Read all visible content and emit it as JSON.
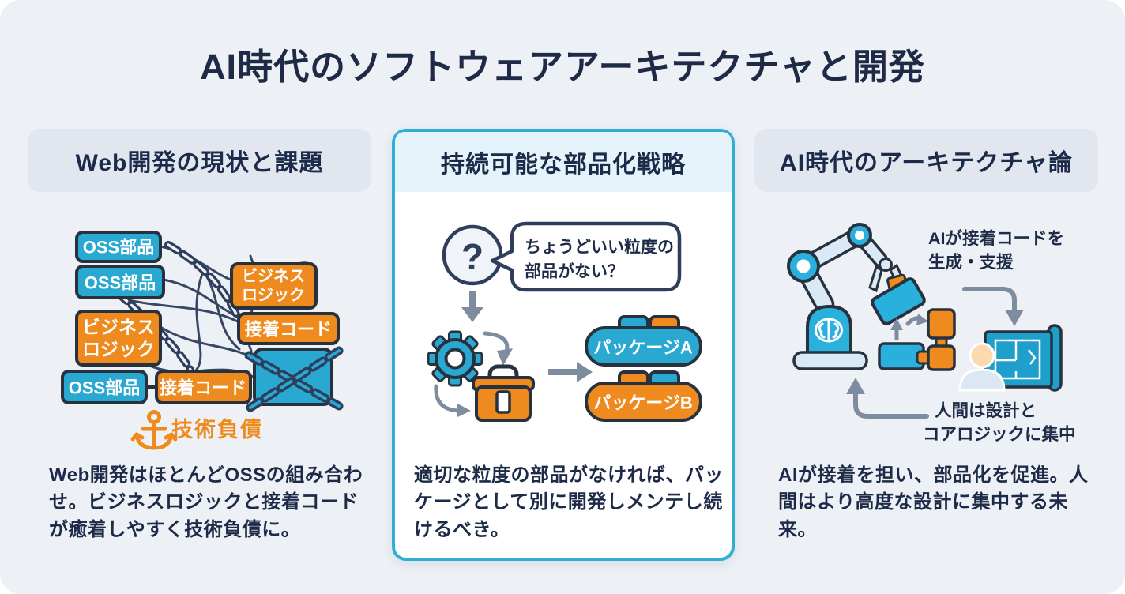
{
  "title": "AI時代のソフトウェアアーキテクチャと開発",
  "colors": {
    "cyan": "#29a8d2",
    "orange": "#ef8a1e",
    "navy_outline": "#28323f",
    "text_navy": "#1e2b48",
    "debt_orange": "#f08a1d",
    "arrow_gray": "#7e8ca0",
    "card_border": "#2fafd6",
    "side_header_bg": "#e2e6ef",
    "mid_header_bg": "#e5f4fb",
    "canvas_bg": "#edf0f5"
  },
  "left": {
    "header": "Web開発の現状と課題",
    "blocks": {
      "oss1": "OSS部品",
      "oss2": "OSS部品",
      "oss3": "OSS部品",
      "biz1_line1": "ビジネス",
      "biz1_line2": "ロジック",
      "biz2_line1": "ビジネス",
      "biz2_line2": "ロジック",
      "glue1": "接着コード",
      "glue2": "接着コード"
    },
    "tech_debt": "技術負債",
    "caption": "Web開発はほとんどOSSの組み合わせ。ビジネスロジックと接着コードが癒着しやすく技術負債に。"
  },
  "middle": {
    "header": "持続可能な部品化戦略",
    "question_mark": "?",
    "bubble_line1": "ちょうどいい粒度の",
    "bubble_line2": "部品がない？",
    "package_a": "パッケージA",
    "package_b": "パッケージB",
    "caption": "適切な粒度の部品がなければ、パッケージとして別に開発しメンテし続けるべき。"
  },
  "right": {
    "header": "AI時代のアーキテクチャ論",
    "ai_note_line1": "AIが接着コードを",
    "ai_note_line2": "生成・支援",
    "human_note_line1": "人間は設計と",
    "human_note_line2": "コアロジックに集中",
    "caption": "AIが接着を担い、部品化を促進。人間はより高度な設計に集中する未来。"
  }
}
